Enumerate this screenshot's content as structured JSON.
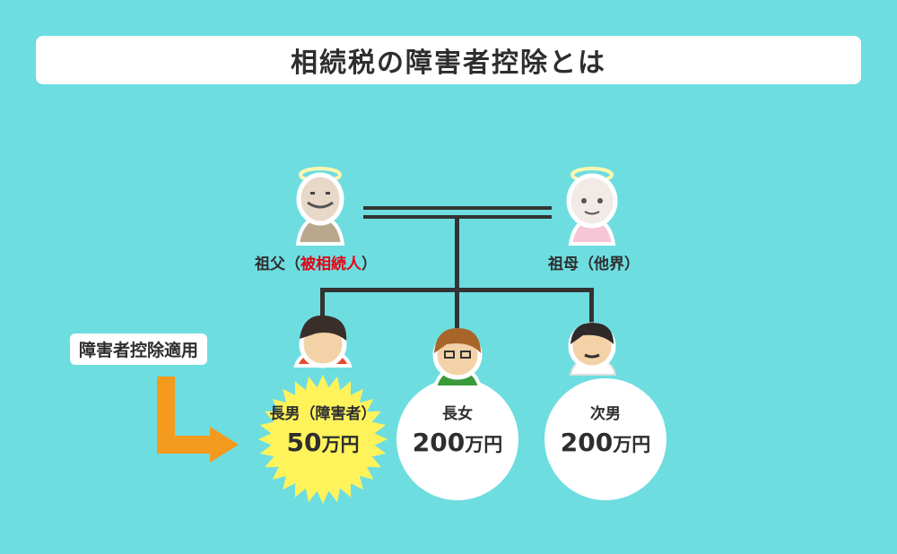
{
  "title": "相続税の障害者控除とは",
  "grandfather": {
    "name": "祖父",
    "paren_open": "（",
    "status": "被相続人",
    "paren_close": "）"
  },
  "grandmother": {
    "label": "祖母（他界）"
  },
  "badge": "障害者控除適用",
  "children": [
    {
      "label": "長男（障害者）",
      "amount_num": "50",
      "amount_unit": "万円",
      "applies_disability_deduction": true
    },
    {
      "label": "長女",
      "amount_num": "200",
      "amount_unit": "万円",
      "applies_disability_deduction": false
    },
    {
      "label": "次男",
      "amount_num": "200",
      "amount_unit": "万円",
      "applies_disability_deduction": false
    }
  ],
  "colors": {
    "background": "#6ddde0",
    "title_text": "#2e2e2e",
    "highlight": "#e60012",
    "starburst": "#fff35c",
    "arrow": "#f39a1e",
    "line": "#333333"
  },
  "icons": [
    "grandfather-angel-icon",
    "grandmother-angel-icon",
    "eldest-son-icon",
    "eldest-daughter-icon",
    "second-son-icon"
  ]
}
